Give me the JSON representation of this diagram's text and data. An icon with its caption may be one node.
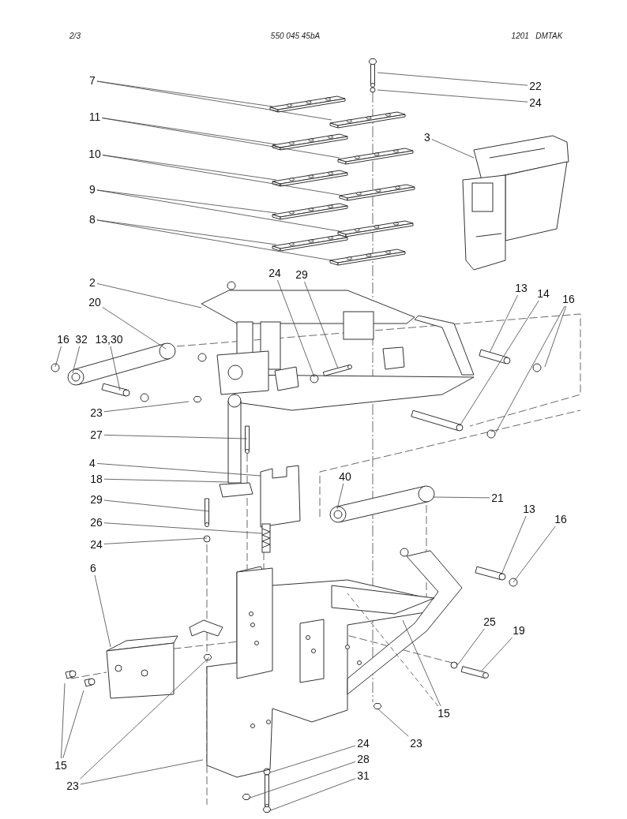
{
  "diagram": {
    "nodes": [
      {
        "text": [
          "7"
        ]
      },
      {
        "text": [
          "11"
        ]
      },
      {
        "text": [
          "10"
        ]
      },
      {
        "text": [
          "9"
        ]
      },
      {
        "text": [
          "8"
        ]
      },
      {
        "text": [
          "22"
        ]
      },
      {
        "text": [
          "24"
        ]
      },
      {
        "text": [
          "3"
        ]
      },
      {
        "text": [
          "2"
        ]
      },
      {
        "text": [
          "20"
        ]
      },
      {
        "text": [
          "16"
        ]
      },
      {
        "text": [
          "32"
        ]
      },
      {
        "text": [
          "13,30"
        ]
      },
      {
        "text": [
          "24"
        ]
      },
      {
        "text": [
          "29"
        ]
      },
      {
        "text": [
          "13"
        ]
      },
      {
        "text": [
          "14"
        ]
      },
      {
        "text": [
          "16"
        ]
      },
      {
        "text": [
          "23"
        ]
      },
      {
        "text": [
          "27"
        ]
      },
      {
        "text": [
          "4"
        ]
      },
      {
        "text": [
          "18"
        ]
      },
      {
        "text": [
          "29"
        ]
      },
      {
        "text": [
          "26"
        ]
      },
      {
        "text": [
          "24"
        ]
      },
      {
        "text": [
          "40"
        ]
      },
      {
        "text": [
          "21"
        ]
      },
      {
        "text": [
          "13"
        ]
      },
      {
        "text": [
          "16"
        ]
      },
      {
        "text": [
          "6"
        ]
      },
      {
        "text": [
          "25"
        ]
      },
      {
        "text": [
          "19"
        ]
      },
      {
        "text": [
          "15"
        ]
      },
      {
        "text": [
          "23"
        ]
      },
      {
        "text": [
          "24"
        ]
      },
      {
        "text": [
          "28"
        ]
      },
      {
        "text": [
          "31"
        ]
      },
      {
        "text": [
          "15"
        ]
      },
      {
        "text": [
          "23"
        ]
      }
    ],
    "edges": [
      {
        "from": 0,
        "to": null,
        "arrow": "none"
      },
      {
        "from": 0,
        "to": null,
        "arrow": "none"
      },
      {
        "from": 1,
        "to": null,
        "arrow": "none"
      },
      {
        "from": 1,
        "to": null,
        "arrow": "none"
      },
      {
        "from": 2,
        "to": null,
        "arrow": "none"
      },
      {
        "from": 2,
        "to": null,
        "arrow": "none"
      },
      {
        "from": 3,
        "to": null,
        "arrow": "none"
      },
      {
        "from": 3,
        "to": null,
        "arrow": "none"
      },
      {
        "from": 4,
        "to": null,
        "arrow": "none"
      },
      {
        "from": 4,
        "to": null,
        "arrow": "none"
      },
      {
        "from": 5,
        "to": null,
        "arrow": "none"
      },
      {
        "from": 6,
        "to": null,
        "arrow": "none"
      },
      {
        "from": 7,
        "to": null,
        "arrow": "none"
      },
      {
        "from": 8,
        "to": null,
        "arrow": "none"
      },
      {
        "from": 9,
        "to": null,
        "arrow": "none"
      },
      {
        "from": 10,
        "to": null,
        "arrow": "none"
      },
      {
        "from": 11,
        "to": null,
        "arrow": "none"
      },
      {
        "from": 12,
        "to": null,
        "arrow": "none"
      },
      {
        "from": 13,
        "to": null,
        "arrow": "none"
      },
      {
        "from": 14,
        "to": null,
        "arrow": "none"
      },
      {
        "from": 15,
        "to": null,
        "arrow": "none"
      },
      {
        "from": 16,
        "to": null,
        "arrow": "none"
      },
      {
        "from": 17,
        "to": null,
        "arrow": "none"
      },
      {
        "from": 17,
        "to": null,
        "arrow": "none"
      },
      {
        "from": 18,
        "to": null,
        "arrow": "none"
      },
      {
        "from": 19,
        "to": null,
        "arrow": "none"
      },
      {
        "from": 20,
        "to": null,
        "arrow": "none"
      },
      {
        "from": 21,
        "to": null,
        "arrow": "none"
      },
      {
        "from": 22,
        "to": null,
        "arrow": "none"
      },
      {
        "from": 23,
        "to": null,
        "arrow": "none"
      },
      {
        "from": 24,
        "to": null,
        "arrow": "none"
      },
      {
        "from": 25,
        "to": null,
        "arrow": "none"
      },
      {
        "from": 26,
        "to": null,
        "arrow": "none"
      },
      {
        "from": 27,
        "to": null,
        "arrow": "none"
      },
      {
        "from": 28,
        "to": null,
        "arrow": "none"
      },
      {
        "from": 29,
        "to": null,
        "arrow": "none"
      },
      {
        "from": 30,
        "to": null,
        "arrow": "none"
      },
      {
        "from": 31,
        "to": null,
        "arrow": "none"
      },
      {
        "from": 32,
        "to": null,
        "arrow": "none"
      },
      {
        "from": 32,
        "to": null,
        "arrow": "none",
        "style": "dashed"
      },
      {
        "from": 33,
        "to": null,
        "arrow": "none"
      },
      {
        "from": 34,
        "to": null,
        "arrow": "none"
      },
      {
        "from": 35,
        "to": null,
        "arrow": "none"
      },
      {
        "from": 36,
        "to": null,
        "arrow": "none"
      },
      {
        "from": 37,
        "to": null,
        "arrow": "none"
      },
      {
        "from": 37,
        "to": null,
        "arrow": "none"
      },
      {
        "from": 38,
        "to": null,
        "arrow": "none"
      },
      {
        "from": 38,
        "to": null,
        "arrow": "none"
      }
    ],
    "labels": [
      "2/3",
      "550 045 45bA",
      "1201   DMTAK"
    ]
  }
}
